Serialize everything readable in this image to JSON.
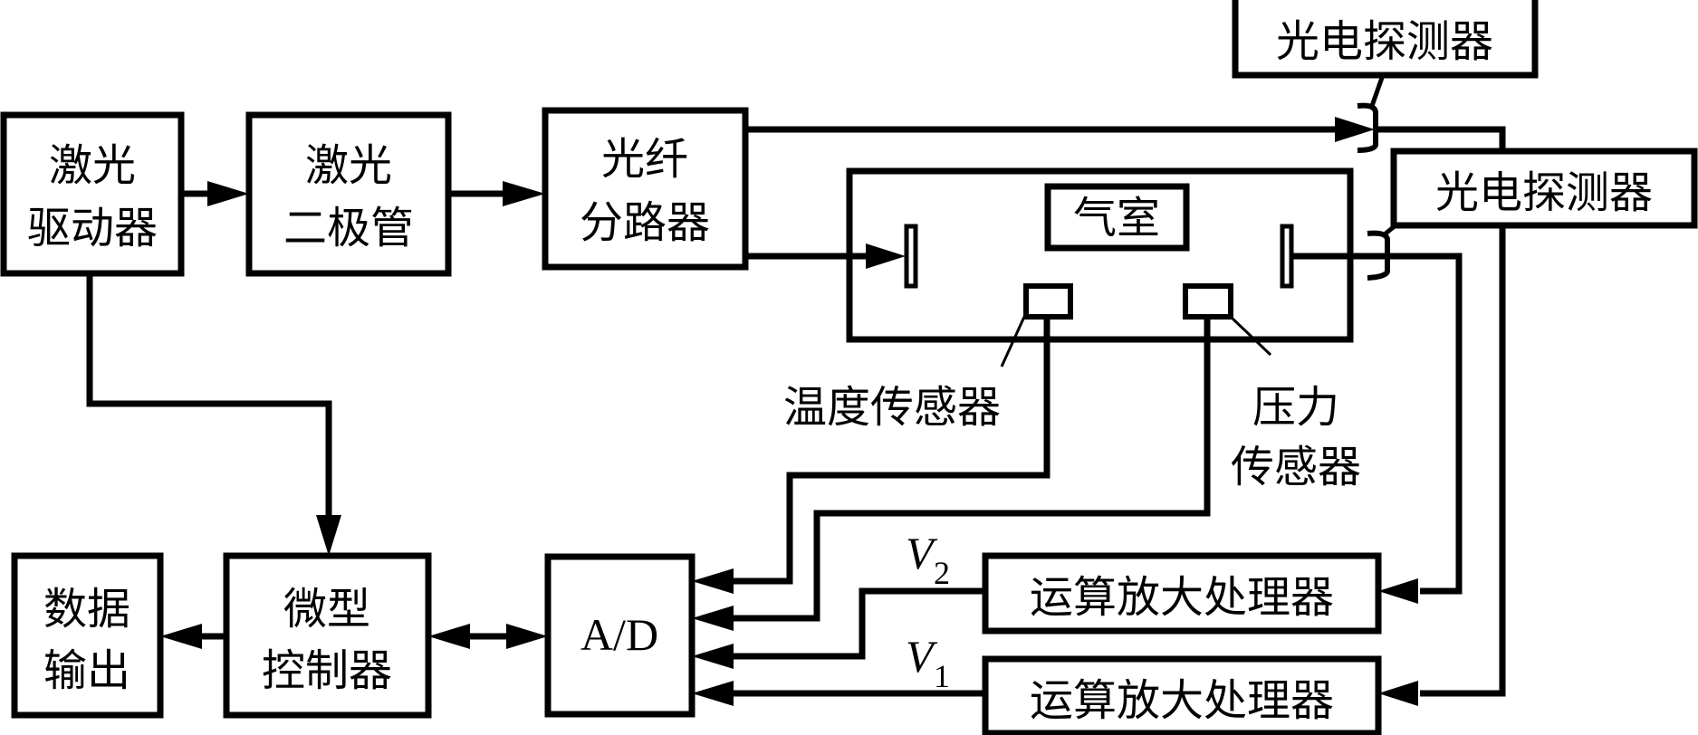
{
  "diagram": {
    "title": "",
    "blocks": {
      "laser_driver": {
        "line1": "激光",
        "line2": "驱动器"
      },
      "laser_diode": {
        "line1": "激光",
        "line2": "二极管"
      },
      "fiber_splitter": {
        "line1": "光纤",
        "line2": "分路器"
      },
      "gas_cell": {
        "label": "气室"
      },
      "photodetector_ref": {
        "label": "光电探测器"
      },
      "photodetector_meas": {
        "label": "光电探测器"
      },
      "temperature_sensor": {
        "label": "温度传感器"
      },
      "pressure_sensor": {
        "line1": "压力",
        "line2": "传感器"
      },
      "op_amp_1": {
        "label": "运算放大处理器"
      },
      "op_amp_2": {
        "label": "运算放大处理器"
      },
      "adc": {
        "label": "A/D"
      },
      "microcontroller": {
        "line1": "微型",
        "line2": "控制器"
      },
      "data_output": {
        "line1": "数据",
        "line2": "输出"
      }
    },
    "signals": {
      "v2": {
        "symbol": "V",
        "subscript": "2"
      },
      "v1": {
        "symbol": "V",
        "subscript": "1"
      }
    },
    "connections": [
      {
        "from": "激光驱动器",
        "to": "激光二极管",
        "type": "arrow"
      },
      {
        "from": "激光二极管",
        "to": "光纤分路器",
        "type": "arrow"
      },
      {
        "from": "光纤分路器",
        "to": "光电探测器 (参考)",
        "type": "arrow"
      },
      {
        "from": "光纤分路器",
        "to": "气室",
        "type": "arrow"
      },
      {
        "from": "气室",
        "to": "光电探测器 (测量)",
        "type": "line"
      },
      {
        "from": "光电探测器 (测量)",
        "to": "运算放大处理器 (V2)",
        "type": "arrow"
      },
      {
        "from": "光电探测器 (参考)",
        "to": "运算放大处理器 (V1)",
        "type": "arrow"
      },
      {
        "from": "温度传感器",
        "to": "A/D",
        "type": "arrow"
      },
      {
        "from": "压力传感器",
        "to": "A/D",
        "type": "arrow"
      },
      {
        "from": "运算放大处理器 (V2)",
        "to": "A/D",
        "type": "arrow"
      },
      {
        "from": "运算放大处理器 (V1)",
        "to": "A/D",
        "type": "arrow"
      },
      {
        "from": "激光驱动器",
        "to": "微型控制器",
        "type": "arrow"
      },
      {
        "from": "A/D",
        "to": "微型控制器",
        "type": "bidirectional"
      },
      {
        "from": "微型控制器",
        "to": "数据输出",
        "type": "arrow"
      }
    ]
  }
}
